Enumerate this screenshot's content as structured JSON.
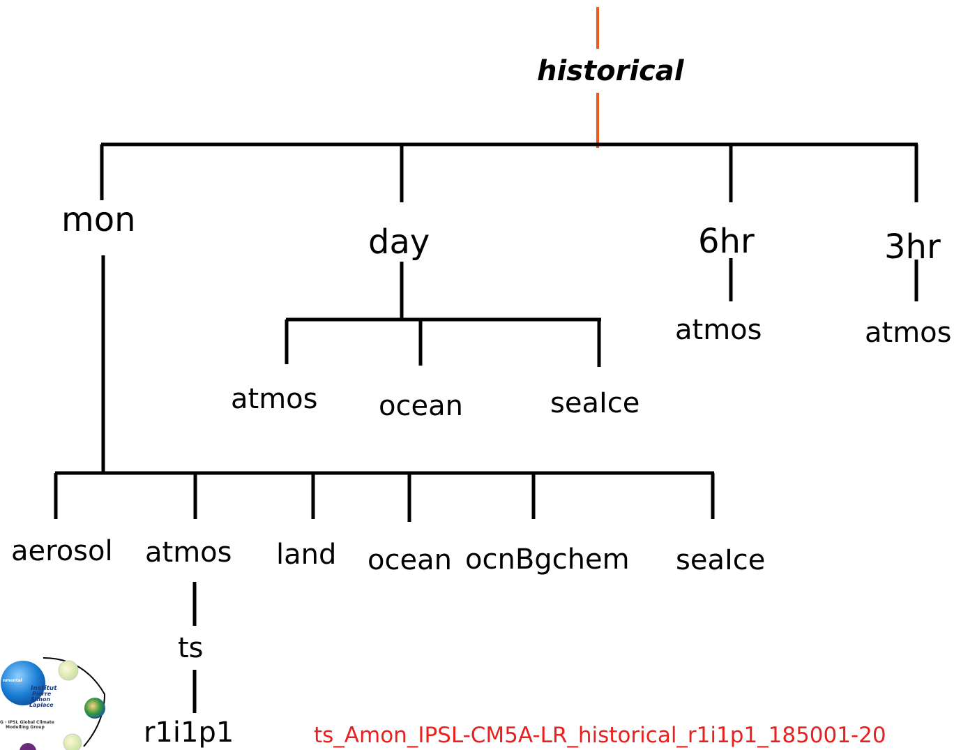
{
  "colors": {
    "line": "#000000",
    "root_line": "#f05a1a",
    "filename": "#e8211e"
  },
  "root": "historical",
  "frequencies": {
    "mon": "mon",
    "day": "day",
    "six_hr": "6hr",
    "three_hr": "3hr"
  },
  "day_realms": [
    "atmos",
    "ocean",
    "seaIce"
  ],
  "six_hr_realm": "atmos",
  "three_hr_realm": "atmos",
  "mon_realms": [
    "aerosol",
    "atmos",
    "land",
    "ocean",
    "ocnBgchem",
    "seaIce"
  ],
  "variable": "ts",
  "ensemble": "r1i1p1",
  "filename": "ts_Amon_IPSL-CM5A-LR_historical_r1i1p1_185001-20",
  "logo": {
    "text_lines": [
      "Institut",
      "Pierre",
      "Simon",
      "Laplace"
    ],
    "caption_lines": [
      "IPSL Global Climate",
      "Modelling Group"
    ],
    "fragment": "nmental"
  }
}
